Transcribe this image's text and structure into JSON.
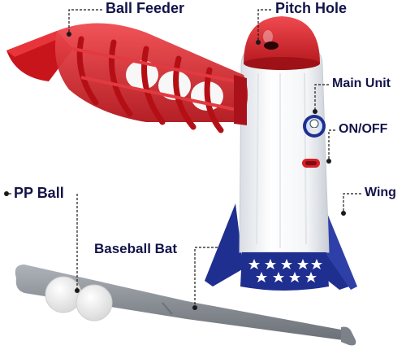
{
  "labels": {
    "ball_feeder": "Ball Feeder",
    "pitch_hole": "Pitch Hole",
    "main_unit": "Main Unit",
    "on_off": "ON/OFF",
    "wing": "Wing",
    "pp_ball": "PP Ball",
    "baseball_bat": "Baseball Bat"
  },
  "colors": {
    "label_text": "#13134a",
    "leader_line": "#1a1a1a",
    "rocket_red": "#d81f26",
    "rocket_white": "#ffffff",
    "rocket_navy": "#1f2f8f",
    "bat_gray": "#8a8f96",
    "ball_white": "#f4f4f4"
  }
}
